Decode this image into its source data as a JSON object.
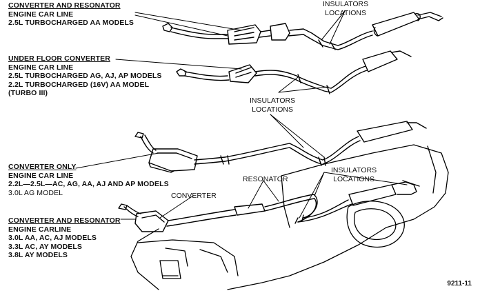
{
  "labels": {
    "group1": {
      "title": "CONVERTER AND RESONATOR",
      "lines": [
        "ENGINE CAR LINE",
        "2.5L TURBOCHARGED AA MODELS"
      ]
    },
    "group2": {
      "title": "UNDER FLOOR CONVERTER",
      "lines": [
        "ENGINE CAR LINE",
        "2.5L TURBOCHARGED AG, AJ, AP MODELS",
        "2.2L TURBOCHARGED (16V) AA MODEL",
        "(TURBO III)"
      ]
    },
    "group3": {
      "title": "CONVERTER ONLY",
      "lines": [
        "ENGINE CAR LINE",
        "2.2L—2.5L—AC, AG, AA, AJ AND AP MODELS"
      ],
      "note": "3.0L AG MODEL"
    },
    "group4": {
      "title": "CONVERTER AND RESONATOR",
      "lines": [
        "ENGINE CARLINE",
        "3.0L AA, AC, AJ MODELS",
        "3.3L AC, AY MODELS",
        "3.8L AY MODELS"
      ]
    }
  },
  "callouts": {
    "insulators_1": [
      "INSULATORS",
      "LOCATIONS"
    ],
    "insulators_2": [
      "INSULATORS",
      "LOCATIONS"
    ],
    "insulators_3": [
      "INSULATORS",
      "LOCATIONS"
    ],
    "resonator": "RESONATOR",
    "converter": "CONVERTER"
  },
  "figure_number": "9211-11"
}
